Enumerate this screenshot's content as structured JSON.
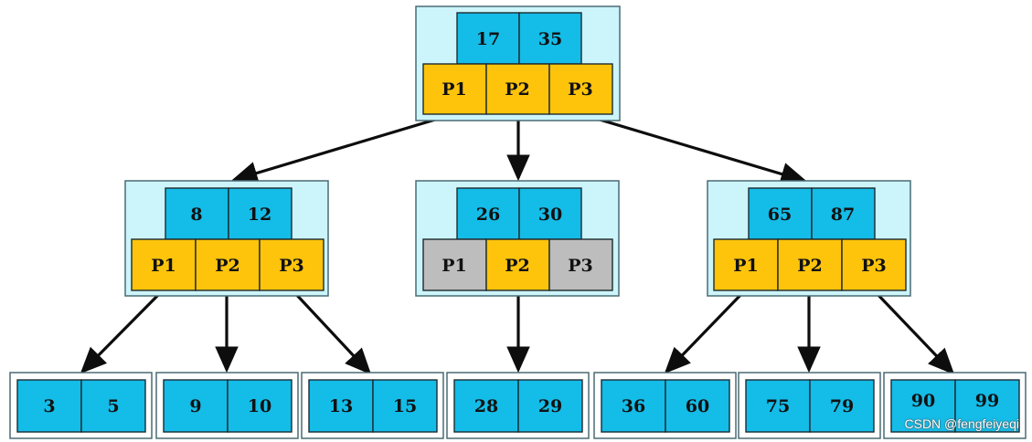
{
  "tree": {
    "root": {
      "keys": [
        "17",
        "35"
      ],
      "pointers": [
        "P1",
        "P2",
        "P3"
      ],
      "empty_pointers": []
    },
    "internal": [
      {
        "keys": [
          "8",
          "12"
        ],
        "pointers": [
          "P1",
          "P2",
          "P3"
        ],
        "empty_pointers": []
      },
      {
        "keys": [
          "26",
          "30"
        ],
        "pointers": [
          "P1",
          "P2",
          "P3"
        ],
        "empty_pointers": [
          0,
          2
        ]
      },
      {
        "keys": [
          "65",
          "87"
        ],
        "pointers": [
          "P1",
          "P2",
          "P3"
        ],
        "empty_pointers": []
      }
    ],
    "leaves": [
      {
        "keys": [
          "3",
          "5"
        ]
      },
      {
        "keys": [
          "9",
          "10"
        ]
      },
      {
        "keys": [
          "13",
          "15"
        ]
      },
      {
        "keys": [
          "28",
          "29"
        ]
      },
      {
        "keys": [
          "36",
          "60"
        ]
      },
      {
        "keys": [
          "75",
          "79"
        ]
      },
      {
        "keys": [
          "90",
          "99"
        ]
      }
    ]
  },
  "colors": {
    "key_cell": "#14bce8",
    "pointer_cell": "#fdc40b",
    "empty_pointer_cell": "#bdbdbd",
    "node_background": "#ccf4fb",
    "edge": "#0d0d0d"
  },
  "watermark": "CSDN @fengfeiyeqi"
}
